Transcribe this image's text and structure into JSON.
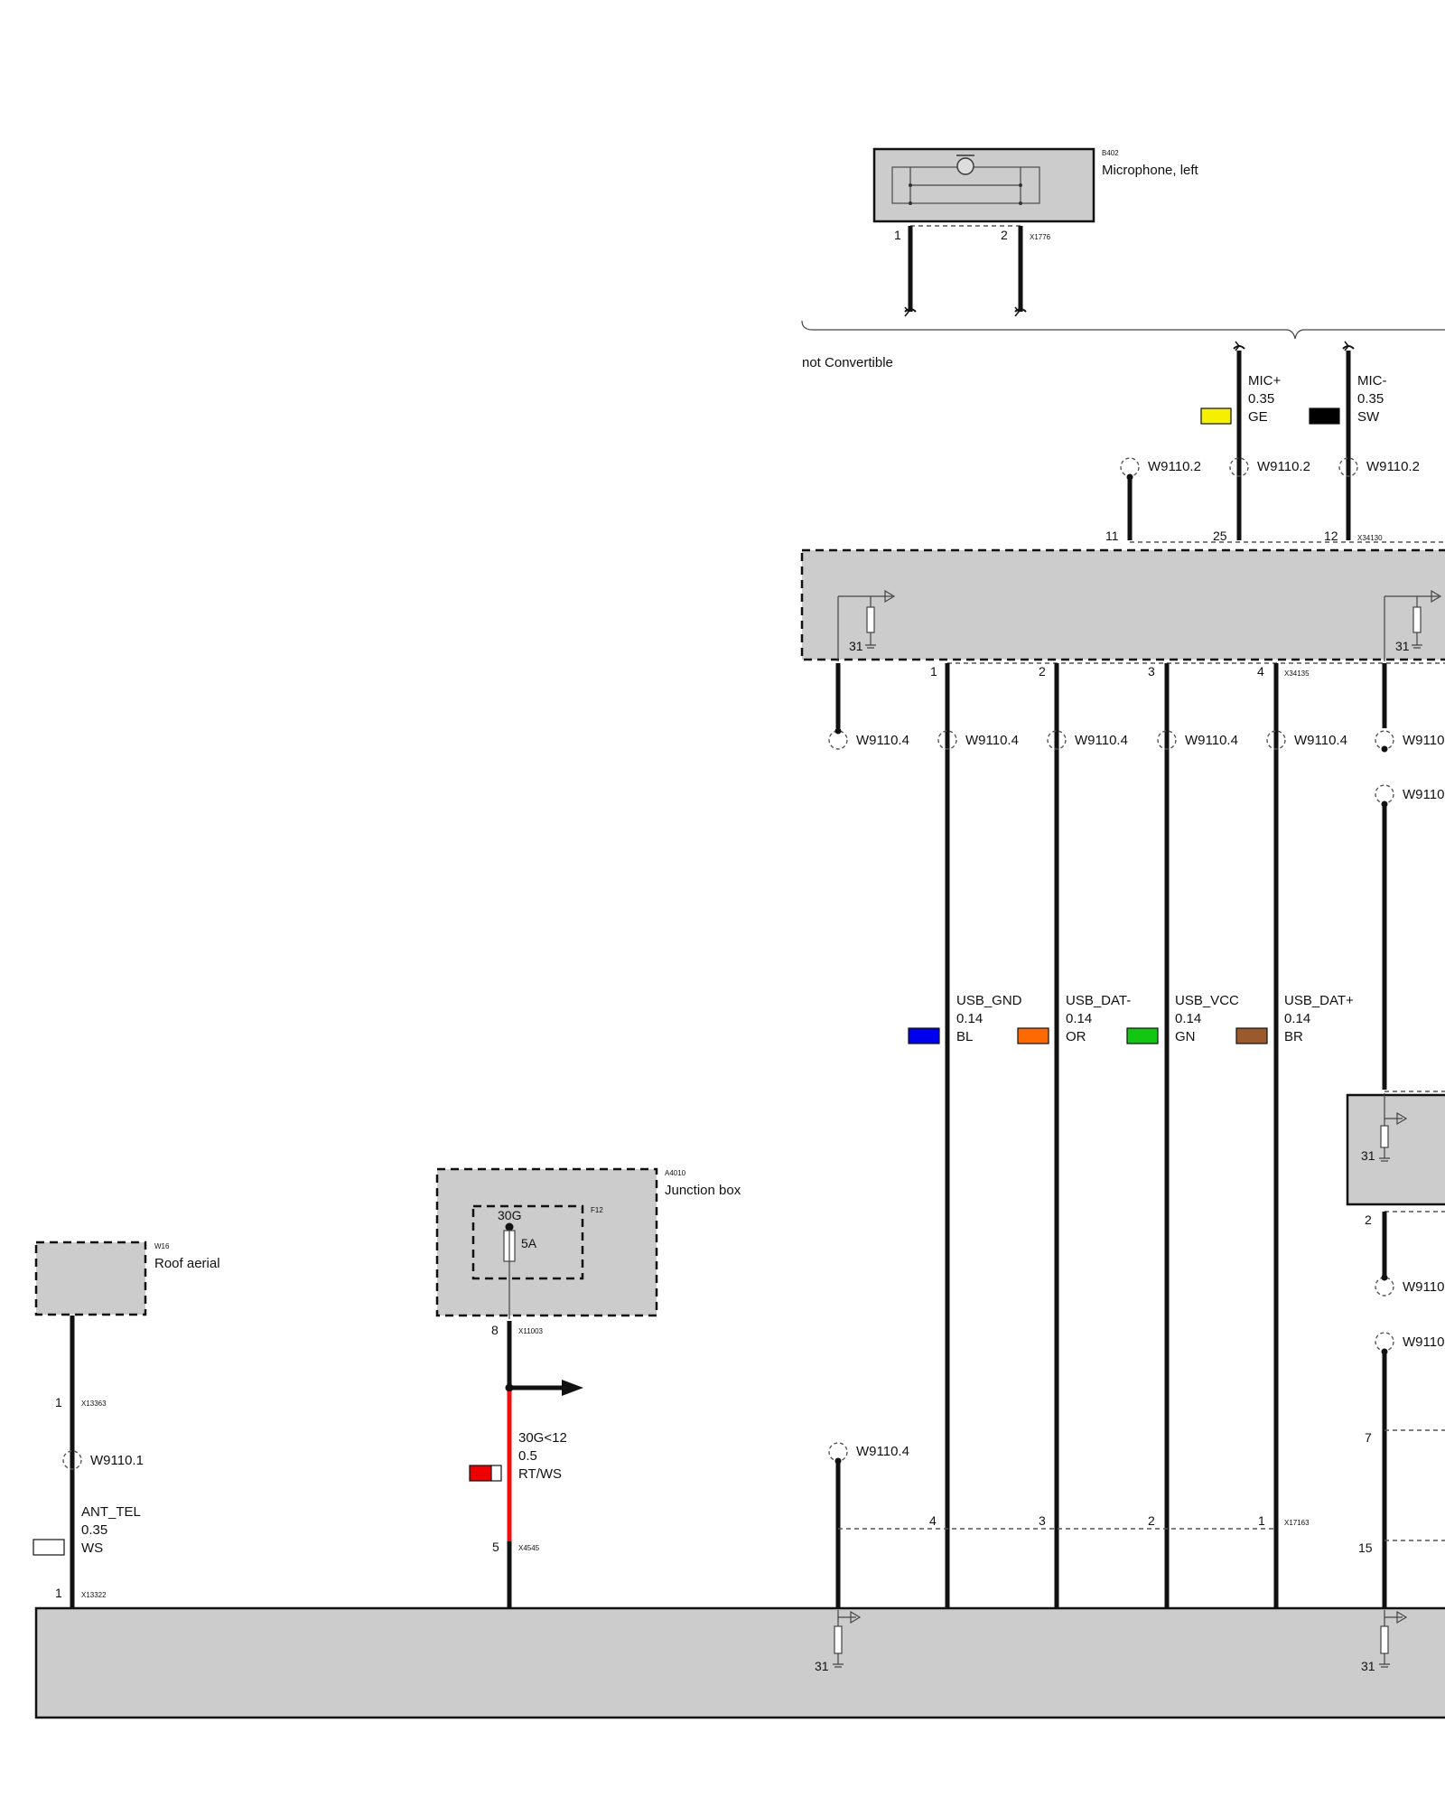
{
  "components": {
    "microphone": {
      "id": "B402",
      "name": "Microphone, left",
      "connector": "X1776",
      "pins": [
        "1",
        "2"
      ]
    },
    "junction_box": {
      "id": "A4010",
      "name": "Junction box",
      "fuse_id": "F12",
      "fuse_terminal": "30G",
      "fuse_rating": "5A",
      "connector": "X11003",
      "pin": "8"
    },
    "roof_aerial": {
      "id": "W16",
      "name": "Roof aerial",
      "connector": "X13363",
      "pin": "1"
    },
    "upper_module": {
      "connector_top": "X34130",
      "connector_bottom": "X34135",
      "ground": "31"
    },
    "right_module": {
      "ground": "31",
      "pin": "2"
    },
    "main_unit": {
      "ground_left": "31",
      "ground_right": "31"
    }
  },
  "variant_note": "not Convertible",
  "wires": {
    "mic_plus": {
      "signal": "MIC+",
      "gauge": "0.35",
      "color_code": "GE",
      "swatch": "#f5ef00"
    },
    "mic_minus": {
      "signal": "MIC-",
      "gauge": "0.35",
      "color_code": "SW",
      "swatch": "#000000"
    },
    "usb_gnd": {
      "signal": "USB_GND",
      "gauge": "0.14",
      "color_code": "BL",
      "swatch": "#0000ee"
    },
    "usb_dat_minus": {
      "signal": "USB_DAT-",
      "gauge": "0.14",
      "color_code": "OR",
      "swatch": "#ff6a00"
    },
    "usb_vcc": {
      "signal": "USB_VCC",
      "gauge": "0.14",
      "color_code": "GN",
      "swatch": "#11c711"
    },
    "usb_dat_plus": {
      "signal": "USB_DAT+",
      "gauge": "0.14",
      "color_code": "BR",
      "swatch": "#9b5a2b"
    },
    "power_30g": {
      "signal": "30G<12",
      "gauge": "0.5",
      "color_code": "RT/WS",
      "swatch": "#ee0000",
      "swatch2": "#ffffff"
    },
    "ant_tel": {
      "signal": "ANT_TEL",
      "gauge": "0.35",
      "color_code": "WS",
      "swatch": "#ffffff"
    }
  },
  "splices": {
    "top": [
      "W9110.2",
      "W9110.2",
      "W9110.2"
    ],
    "upper": [
      "W9110.4",
      "W9110.4",
      "W9110.4",
      "W9110.4",
      "W9110.4",
      "W9110"
    ],
    "right_cut": [
      "W9110",
      "W9110",
      "W9110"
    ],
    "lower_left": "W9110.4",
    "aerial": "W9110.1"
  },
  "connectors": {
    "x34130": {
      "id": "X34130",
      "pins": [
        "11",
        "25",
        "12"
      ]
    },
    "x34135": {
      "id": "X34135",
      "pins": [
        "1",
        "2",
        "3",
        "4"
      ]
    },
    "x17163": {
      "id": "X17163",
      "pins": [
        "4",
        "3",
        "2",
        "1"
      ]
    },
    "x4545": {
      "id": "X4545",
      "pin": "5"
    },
    "x13322": {
      "id": "X13322",
      "pin": "1"
    },
    "right_pins": [
      "7",
      "15"
    ]
  }
}
